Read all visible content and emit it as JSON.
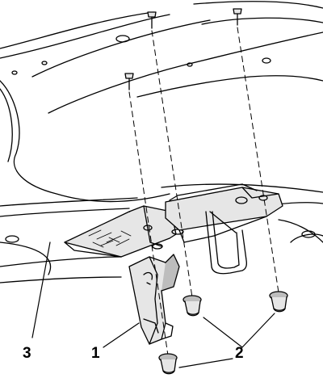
{
  "callouts": {
    "c1": "1",
    "c2": "2",
    "c3": "3"
  },
  "colors": {
    "line": "#000000",
    "fill_light": "#e6e6e6",
    "fill_mid": "#bdbdbd",
    "background": "#ffffff"
  }
}
